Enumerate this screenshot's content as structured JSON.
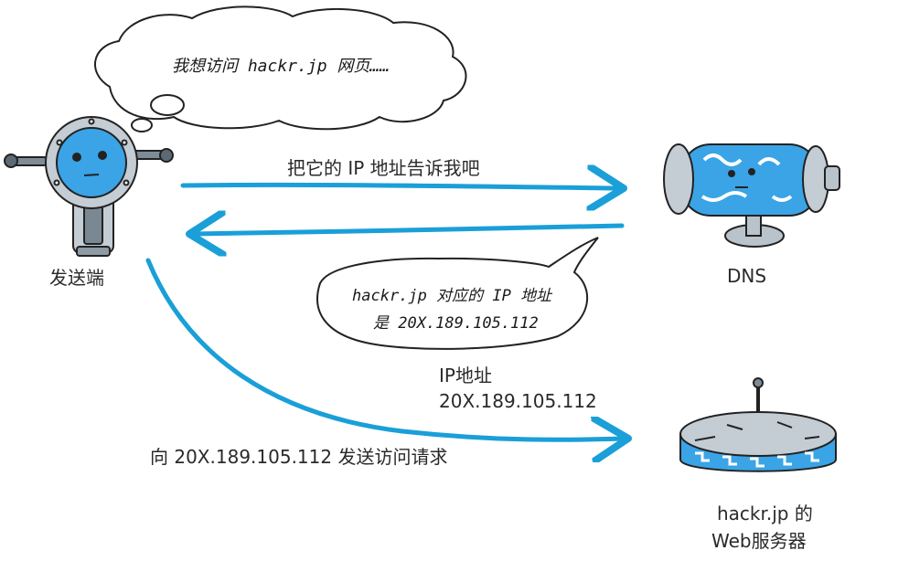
{
  "thought_bubble": {
    "text": "我想访问 hackr.jp 网页……"
  },
  "arrow_request_dns": {
    "label": "把它的 IP 地址告诉我吧"
  },
  "speech_bubble": {
    "line1": "hackr.jp 对应的 IP 地址",
    "line2": "是 20X.189.105.112"
  },
  "ip_info": {
    "line1": "IP地址",
    "line2": "20X.189.105.112"
  },
  "arrow_request_web": {
    "label": "向 20X.189.105.112 发送访问请求"
  },
  "nodes": {
    "client": {
      "label": "发送端"
    },
    "dns": {
      "label": "DNS"
    },
    "web_server": {
      "line1": "hackr.jp 的",
      "line2": "Web服务器"
    }
  },
  "colors": {
    "arrow": "#1a9fd8",
    "robot_face": "#3aa4e6",
    "outline": "#222222",
    "metal": "#b9c3cc"
  }
}
